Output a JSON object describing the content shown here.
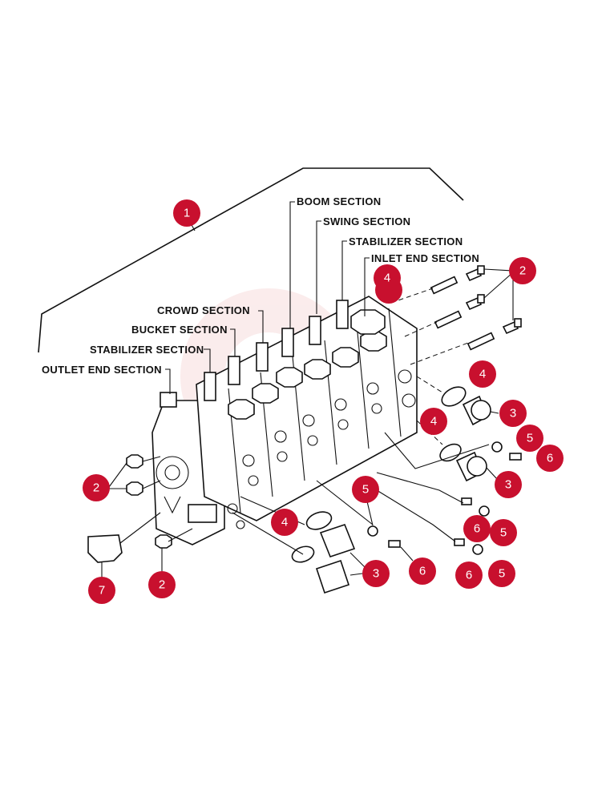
{
  "section_labels": {
    "boom": "BOOM SECTION",
    "swing": "SWING SECTION",
    "stabilizer_top": "STABILIZER SECTION",
    "inlet_end": "INLET END SECTION",
    "crowd": "CROWD SECTION",
    "bucket": "BUCKET SECTION",
    "stabilizer_bottom": "STABILIZER SECTION",
    "outlet_end": "OUTLET END SECTION"
  },
  "callouts": {
    "c1": "1",
    "c2_topright": "2",
    "c4_top": "4",
    "c4_right_a": "4",
    "c3_right_a": "3",
    "c4_right_b": "4",
    "c5_right_a": "5",
    "c6_right_a": "6",
    "c3_right_b": "3",
    "c2_left": "2",
    "c5_mid": "5",
    "c6_right_b": "6",
    "c5_right_b": "5",
    "c4_bottom": "4",
    "c6_bottom": "6",
    "c6_right_c": "6",
    "c5_right_c": "5",
    "c3_bottom": "3",
    "c7": "7",
    "c2_bottom": "2"
  },
  "colors": {
    "callout_fill": "#c8102e",
    "line": "#111111",
    "watermark": "#f3c9c9"
  }
}
